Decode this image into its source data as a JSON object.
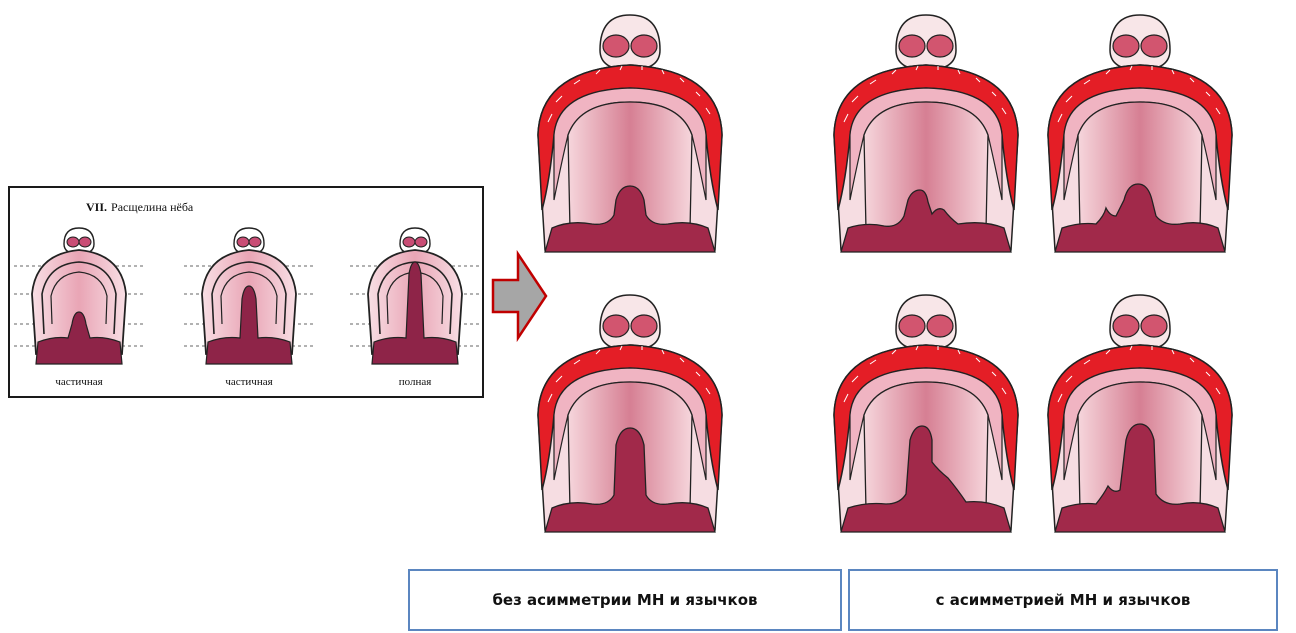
{
  "reference": {
    "title_number": "VII.",
    "title_text": "Расщелина нёба",
    "captions": [
      "частичная",
      "частичная",
      "полная"
    ]
  },
  "captions": {
    "left": "без асимметрии МН и язычков",
    "right": "с асимметрией МН и язычков"
  },
  "colors": {
    "gum_red": "#e41e26",
    "palate_pink": "#f3c7cf",
    "palate_center": "#d9798f",
    "cleft_dark": "#9e2a4a",
    "arrow_fill": "#a6a6a6",
    "arrow_border": "#c00000",
    "box_border": "#5b86c0"
  }
}
